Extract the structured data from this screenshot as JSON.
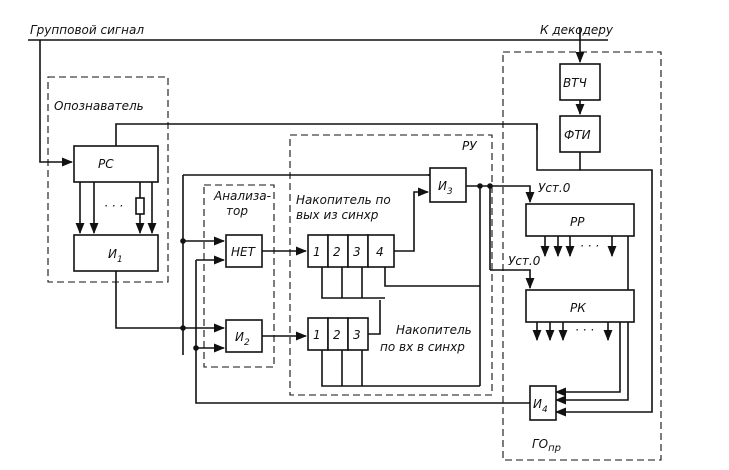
{
  "labels": {
    "group_signal": "Групповой сигнал",
    "to_decoder": "К декодеру",
    "identifier": "Опознаватель",
    "ru": "РУ",
    "analyzer_line1": "Анализа-",
    "analyzer_line2": "тор",
    "accum_out_line1": "Накопитель по",
    "accum_out_line2": "вых из синхр",
    "accum_in_line1": "Накопитель",
    "accum_in_line2": "по вх в синхр",
    "ust0_top": "Уст.0",
    "ust0_mid": "Уст.0",
    "go_pr": "ГО",
    "go_pr_sub": "пр"
  },
  "blocks": {
    "rs": "РС",
    "i1": "И",
    "i1_sub": "1",
    "net": "НЕТ",
    "i2": "И",
    "i2_sub": "2",
    "i3": "И",
    "i3_sub": "3",
    "i4": "И",
    "i4_sub": "4",
    "vtch": "ВТЧ",
    "fti": "ФТИ",
    "rr": "РР",
    "rk": "РК",
    "cell_a1": "1",
    "cell_a2": "2",
    "cell_a3": "3",
    "cell_a4": "4",
    "cell_b1": "1",
    "cell_b2": "2",
    "cell_b3": "3",
    "ellipsis_rs": "· · ·",
    "ellipsis_rr": "· · ·",
    "ellipsis_rk": "· · ·"
  }
}
